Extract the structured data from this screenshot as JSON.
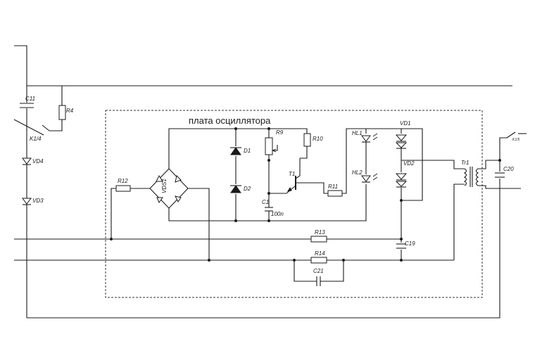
{
  "board_title": "плата осциллятора",
  "labels": {
    "C11": "C11",
    "R4": "R4",
    "K1": "K1/4",
    "VD4": "VD4",
    "VD3": "VD3",
    "R12": "R12",
    "VDS1": "VDS1",
    "D1": "D1",
    "D2": "D2",
    "R9": "R9",
    "R10": "R10",
    "T1": "T1",
    "C1": "C1",
    "C1_value": "100n",
    "R11": "R11",
    "HL1": "HL1",
    "HL2": "HL2",
    "VD1": "VD1",
    "VD2": "VD2",
    "Tr1": "Tr1",
    "C20": "C20",
    "C19": "C19",
    "R13": "R13",
    "R14": "R14",
    "C21": "C21",
    "switch_note": "K1/5"
  }
}
